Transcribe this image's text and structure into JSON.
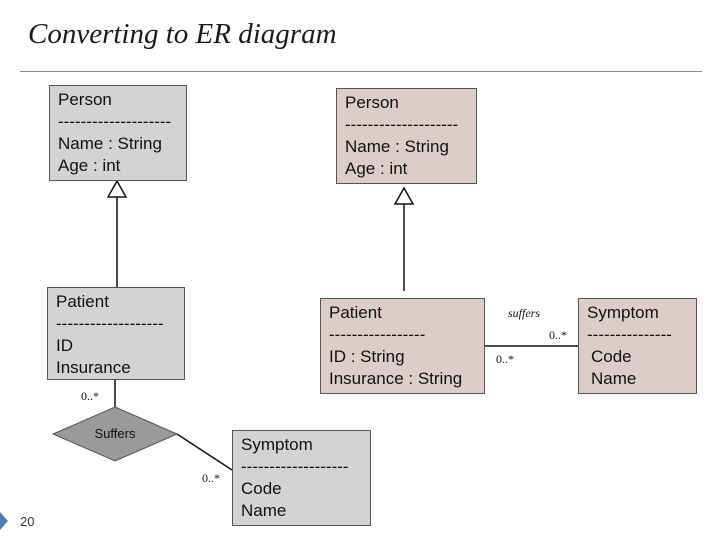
{
  "title": "Converting to ER diagram",
  "page_number": "20",
  "left": {
    "person": {
      "name": "Person",
      "sep": "--------------------",
      "attr1": "Name : String",
      "attr2": "Age : int"
    },
    "patient": {
      "name": "Patient",
      "sep": "-------------------",
      "attr1": "ID",
      "attr2": "Insurance"
    },
    "suffers_label": "Suffers",
    "mult_patient": "0..*",
    "mult_symptom": "0..*",
    "symptom": {
      "name": "Symptom",
      "sep": "-------------------",
      "attr1": "Code",
      "attr2": "Name"
    }
  },
  "right": {
    "person": {
      "name": "Person",
      "sep": "--------------------",
      "attr1": "Name : String",
      "attr2": "Age : int"
    },
    "patient": {
      "name": "Patient",
      "sep": "-----------------",
      "attr1": "ID :  String",
      "attr2": "Insurance : String"
    },
    "suffers_label": "suffers",
    "mult_patient": "0..*",
    "mult_symptom": "0..*",
    "symptom": {
      "name": "Symptom",
      "sep": "---------------",
      "attr1": "Code",
      "attr2": "Name"
    }
  },
  "colors": {
    "entity_gray": "#d3d3d3",
    "entity_pink": "#ddcdc8",
    "relationship_diamond": "#9a9a9a",
    "slide_marker": "#4a7fb0"
  }
}
